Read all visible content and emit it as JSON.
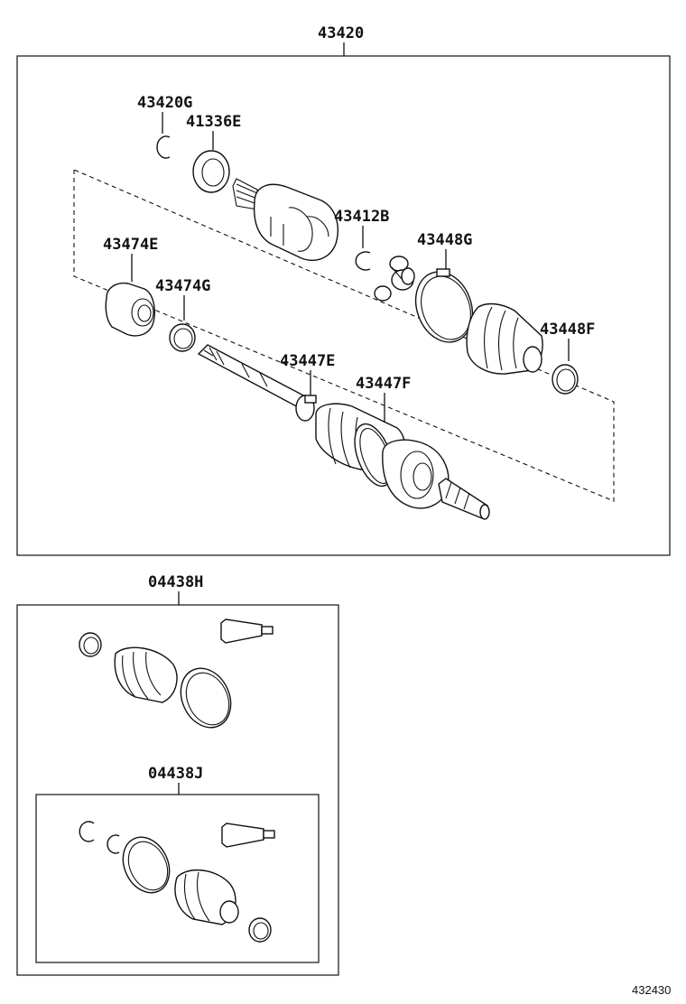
{
  "diagram": {
    "main_assembly": {
      "label": "43420"
    },
    "parts": {
      "p43420G": "43420G",
      "p41336E": "41336E",
      "p43412B": "43412B",
      "p43448G": "43448G",
      "p43474E": "43474E",
      "p43474G": "43474G",
      "p43448F": "43448F",
      "p43447E": "43447E",
      "p43447F": "43447F"
    },
    "kit_outer": {
      "label": "04438H"
    },
    "kit_inner": {
      "label": "04438J"
    },
    "figure_ref": "432430"
  }
}
